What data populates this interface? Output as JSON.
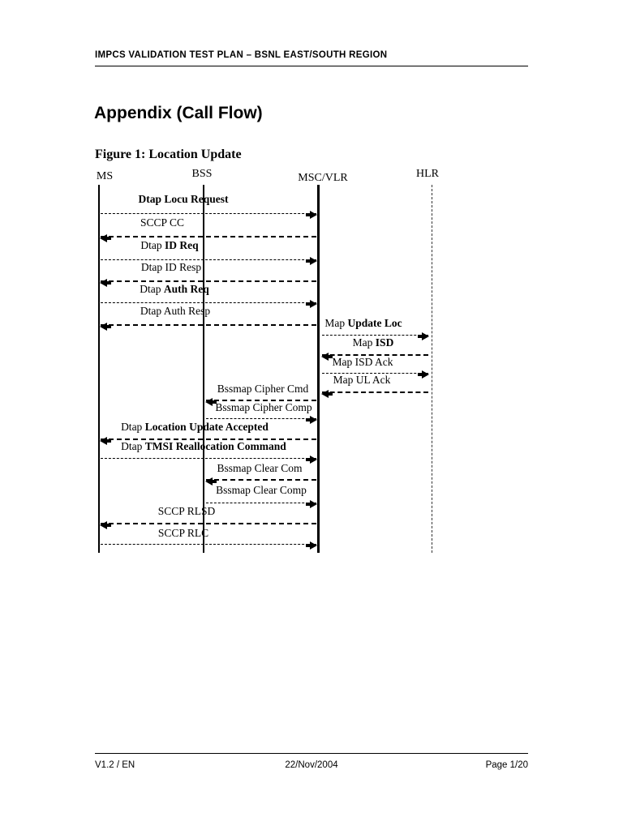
{
  "header": {
    "title": "IMPCS VALIDATION TEST PLAN – BSNL EAST/SOUTH REGION"
  },
  "title": "Appendix (Call Flow)",
  "figure": {
    "caption": "Figure 1: Location Update",
    "lifelines": [
      {
        "label": "MS"
      },
      {
        "label": "BSS"
      },
      {
        "label": "MSC/VLR"
      },
      {
        "label": "HLR"
      }
    ],
    "messages": [
      {
        "normal": "",
        "bold": "Dtap Locu Request",
        "from": "MS",
        "to": "MSC/VLR",
        "direction": "right"
      },
      {
        "normal": "SCCP CC",
        "bold": "",
        "from": "MSC/VLR",
        "to": "MS",
        "direction": "left"
      },
      {
        "normal": "Dtap ",
        "bold": "ID Req",
        "from": "MS",
        "to": "MSC/VLR",
        "direction": "right"
      },
      {
        "normal": "Dtap ID Resp",
        "bold": "",
        "from": "MSC/VLR",
        "to": "MS",
        "direction": "left"
      },
      {
        "normal": "Dtap ",
        "bold": "Auth Req",
        "from": "MS",
        "to": "MSC/VLR",
        "direction": "right"
      },
      {
        "normal": "Dtap Auth Resp",
        "bold": "",
        "from": "MSC/VLR",
        "to": "MS",
        "direction": "left"
      },
      {
        "normal": "Map ",
        "bold": "Update Loc",
        "from": "MSC/VLR",
        "to": "HLR",
        "direction": "right"
      },
      {
        "normal": "Map ",
        "bold": "ISD",
        "from": "HLR",
        "to": "MSC/VLR",
        "direction": "left"
      },
      {
        "normal": "Map ISD Ack",
        "bold": "",
        "from": "MSC/VLR",
        "to": "HLR",
        "direction": "right"
      },
      {
        "normal": "Map UL Ack",
        "bold": "",
        "from": "HLR",
        "to": "MSC/VLR",
        "direction": "left"
      },
      {
        "normal": "Bssmap Cipher Cmd",
        "bold": "",
        "from": "MSC/VLR",
        "to": "BSS",
        "direction": "left"
      },
      {
        "normal": "Bssmap Cipher Comp",
        "bold": "",
        "from": "BSS",
        "to": "MSC/VLR",
        "direction": "right"
      },
      {
        "normal": "Dtap ",
        "bold": "Location Update Accepted",
        "from": "MSC/VLR",
        "to": "MS",
        "direction": "left"
      },
      {
        "normal": "Dtap ",
        "bold": "TMSI Reallocation Command",
        "from": "MS",
        "to": "MSC/VLR",
        "direction": "right"
      },
      {
        "normal": "Bssmap Clear Com",
        "bold": "",
        "from": "MSC/VLR",
        "to": "BSS",
        "direction": "left"
      },
      {
        "normal": "Bssmap Clear Comp",
        "bold": "",
        "from": "BSS",
        "to": "MSC/VLR",
        "direction": "right"
      },
      {
        "normal": "SCCP RLSD",
        "bold": "",
        "from": "MSC/VLR",
        "to": "MS",
        "direction": "left"
      },
      {
        "normal": "SCCP RLC",
        "bold": "",
        "from": "MS",
        "to": "MSC/VLR",
        "direction": "right"
      }
    ]
  },
  "footer": {
    "version": "V1.2 / EN",
    "date": "22/Nov/2004",
    "page": "Page 1/20"
  }
}
